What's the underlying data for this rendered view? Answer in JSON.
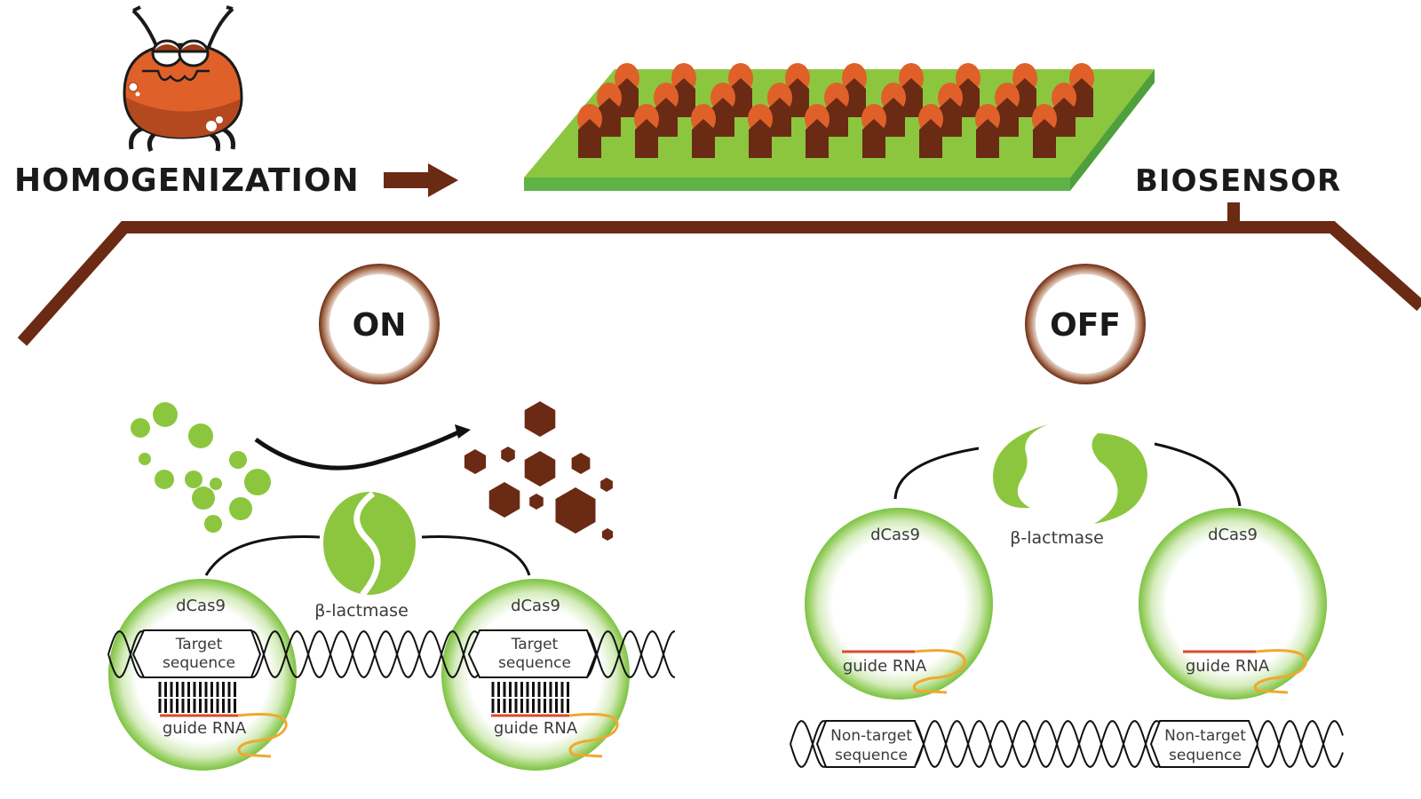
{
  "diagram": {
    "header": {
      "step_left": "HOMOGENIZATION",
      "step_right": "BIOSENSOR"
    },
    "states": {
      "on_label": "ON",
      "off_label": "OFF"
    },
    "on_panel": {
      "enzyme_label": "β-lactmase",
      "protein_labels": [
        "dCas9",
        "dCas9"
      ],
      "sequence_label_line1": "Target",
      "sequence_label_line2": "sequence",
      "guide_labels": [
        "guide RNA",
        "guide RNA"
      ]
    },
    "off_panel": {
      "enzyme_label": "β-lactmase",
      "protein_labels": [
        "dCas9",
        "dCas9"
      ],
      "guide_labels": [
        "guide RNA",
        "guide RNA"
      ],
      "sequence_label_line1": "Non-target",
      "sequence_label_line2": "sequence"
    },
    "colors": {
      "brown": "#6b2a14",
      "orange": "#e0602a",
      "green": "#7dc242",
      "green_light": "#c9e7a8",
      "guide_red": "#d94a2a",
      "guide_orange": "#f0a830",
      "ink": "#1a1a1a"
    }
  }
}
